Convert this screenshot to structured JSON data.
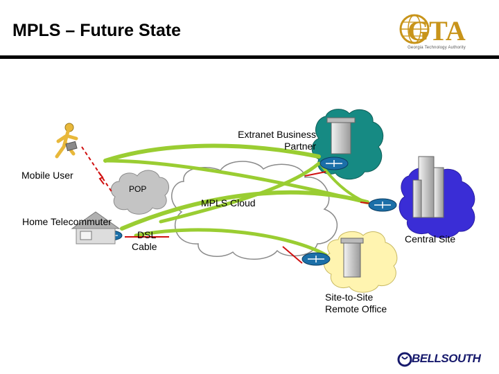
{
  "slide": {
    "title": "MPLS – Future State"
  },
  "gta_logo": {
    "letters": "GTA",
    "tagline": "Georgia Technology Authority"
  },
  "labels": {
    "extranet": "Extranet Business Partner",
    "mobile_user": "Mobile User",
    "pop": "POP",
    "mpls_cloud": "MPLS Cloud",
    "home_telecommuter": "Home Telecommuter",
    "dsl": "DSL",
    "cable": "Cable",
    "central_site": "Central Site",
    "remote_office": "Site-to-Site Remote Office"
  },
  "bellsouth_logo": {
    "text": "BELLSOUTH"
  },
  "colors": {
    "green_link": "#9acd32",
    "extranet_cloud": "#168a83",
    "central_cloud": "#3a2dd6",
    "remote_cloud": "#fff4b0",
    "pop_cloud": "#c4c4c4",
    "router": "#1b6fa8",
    "gta_gold": "#c8941a",
    "bellsouth_blue": "#16196c"
  }
}
